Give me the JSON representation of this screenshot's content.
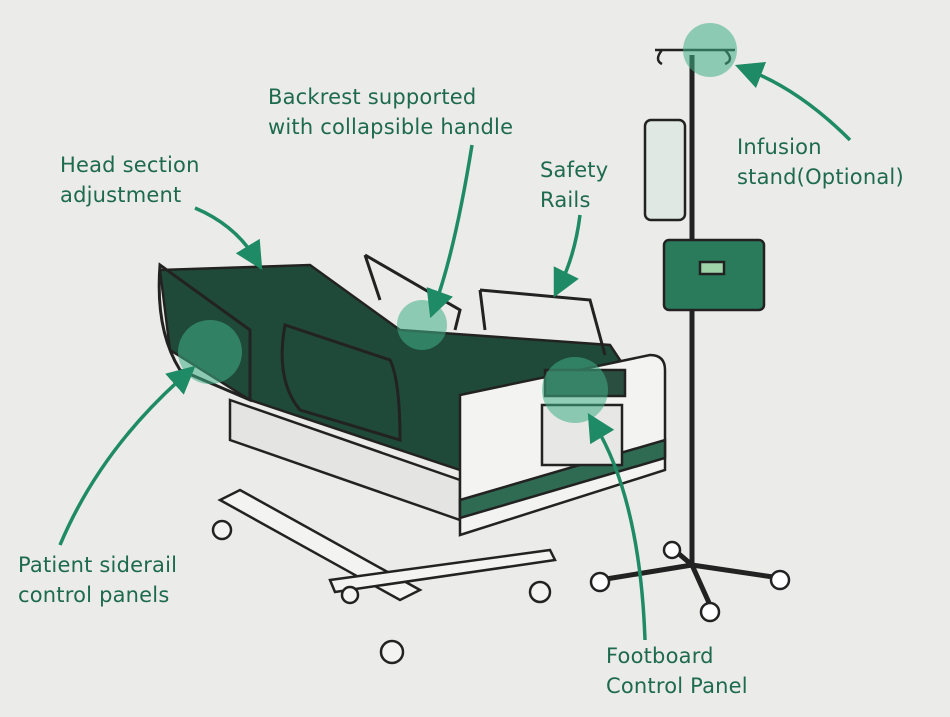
{
  "labels": {
    "head_section": [
      "Head section",
      "adjustment"
    ],
    "backrest": [
      "Backrest supported",
      "with collapsible handle"
    ],
    "safety_rails": [
      "Safety",
      "Rails"
    ],
    "infusion_stand": [
      "Infusion",
      "stand(Optional)"
    ],
    "siderail_panels": [
      "Patient siderail",
      "control panels"
    ],
    "footboard_panel": [
      "Footboard",
      "Control Panel"
    ]
  },
  "colors": {
    "label": "#1d6a4f",
    "arrow": "#1f8a66",
    "mattress": "#1f4a3a",
    "highlight": "#3fae86",
    "background": "#ebebe9"
  }
}
